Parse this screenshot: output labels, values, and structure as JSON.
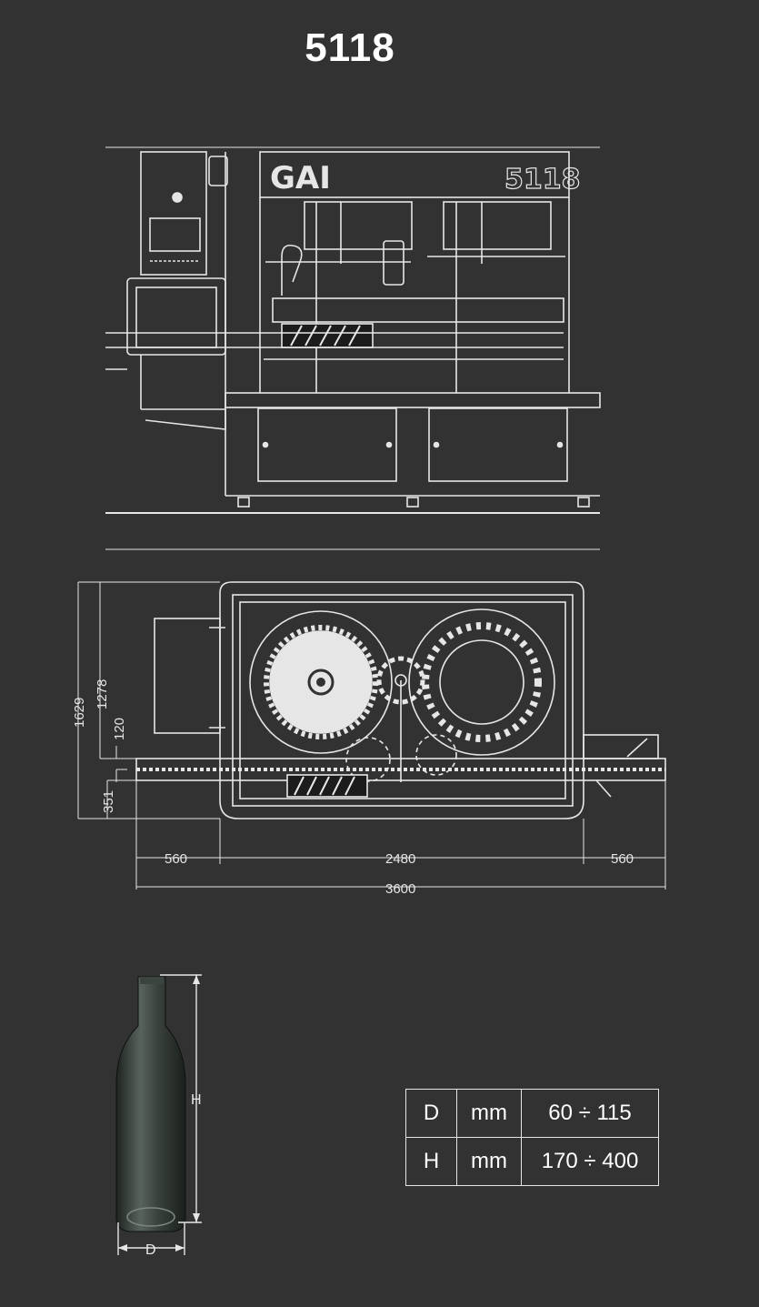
{
  "header": {
    "model": "5118"
  },
  "front_view": {
    "brand_logo": "GAI",
    "model_plate": "5118"
  },
  "plan_view": {
    "dimensions": {
      "overall_depth": "1629",
      "frame_depth": "1278",
      "conveyor_offset": "120",
      "conveyor_low": "351",
      "left_infeed": "560",
      "machine_width": "2480",
      "right_outfeed": "560",
      "overall_width": "3600"
    }
  },
  "bottle": {
    "height_label": "H",
    "diameter_label": "D"
  },
  "specs": {
    "rows": [
      {
        "param": "D",
        "unit": "mm",
        "range": "60 ÷ 115"
      },
      {
        "param": "H",
        "unit": "mm",
        "range": "170 ÷ 400"
      }
    ]
  },
  "colors": {
    "background": "#323232",
    "line": "#e6e6e6"
  }
}
